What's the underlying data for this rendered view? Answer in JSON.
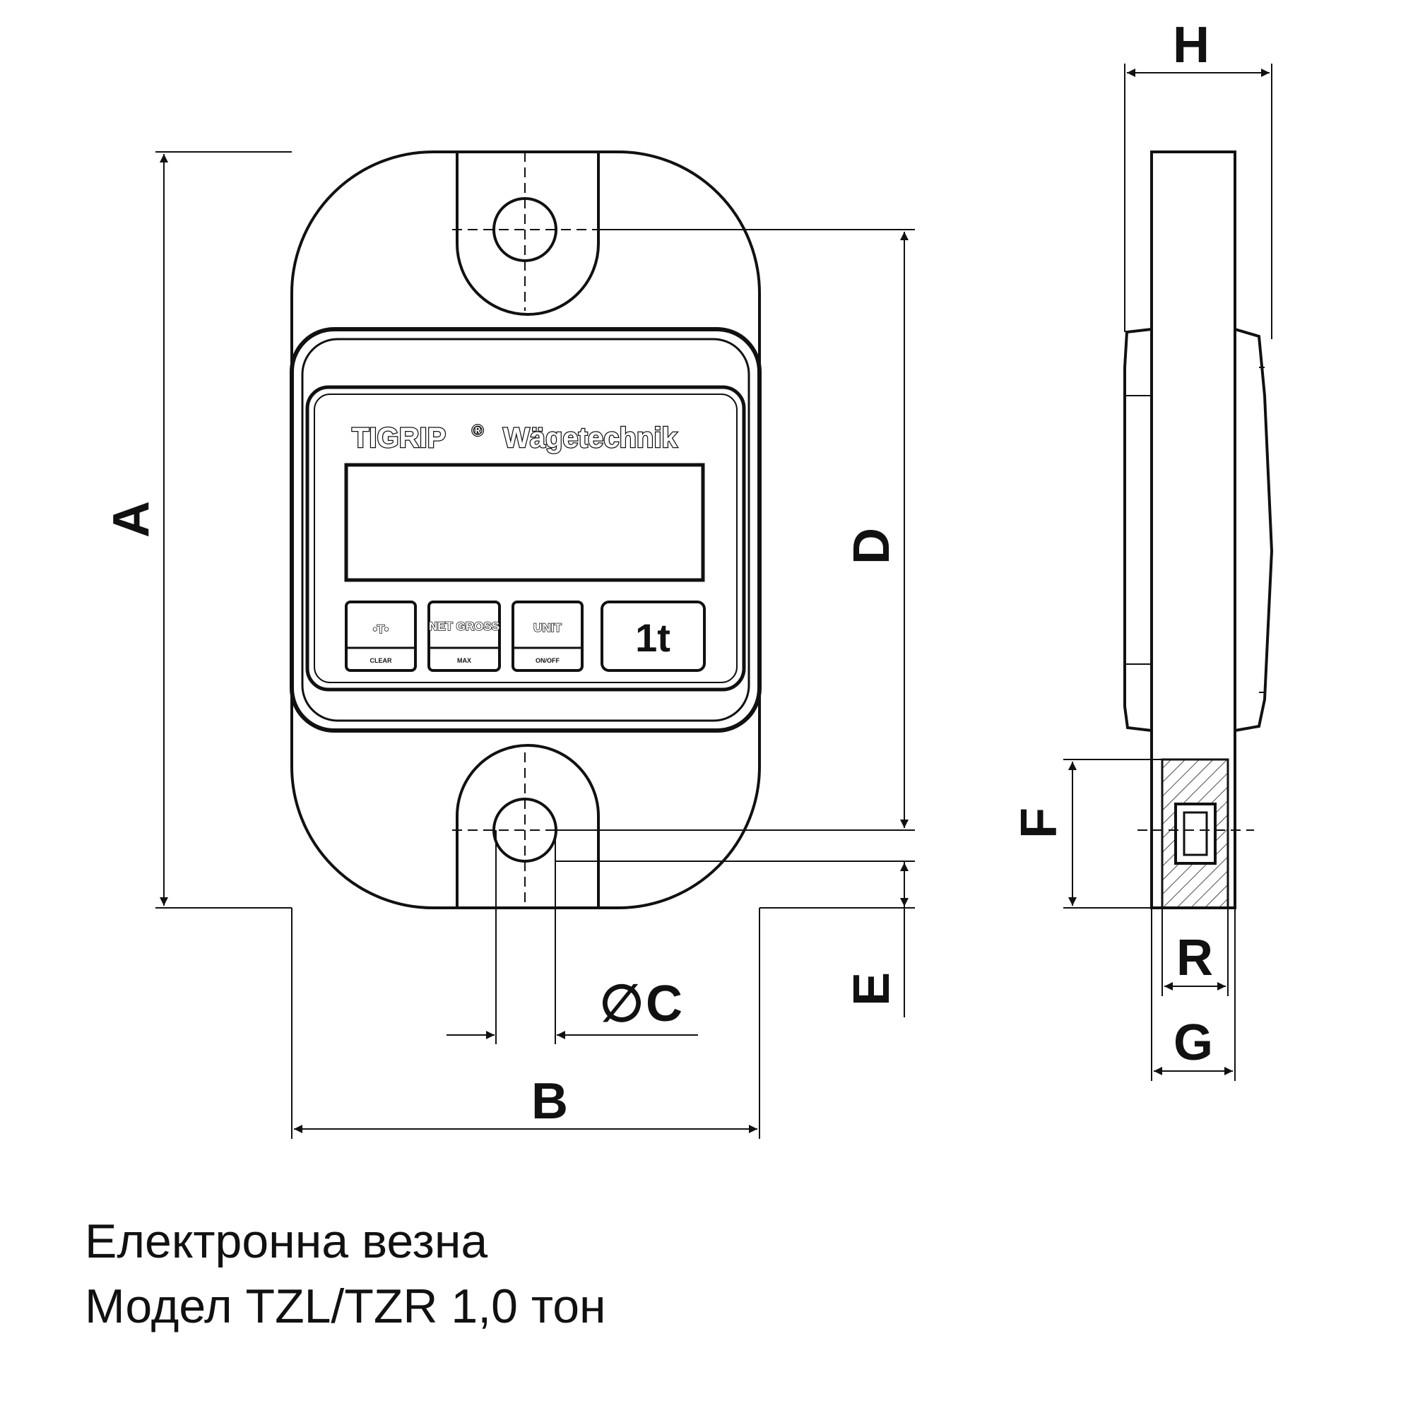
{
  "labels": {
    "A": "A",
    "B": "B",
    "C": "C",
    "D": "D",
    "E": "E",
    "F": "F",
    "G": "G",
    "H": "H",
    "R": "R",
    "diameter_symbol": "∅"
  },
  "device": {
    "brand_left": "TIGRIP",
    "brand_mark": "®",
    "brand_right": "Wägetechnik",
    "buttons": [
      {
        "top": "•T•",
        "sub": "CLEAR"
      },
      {
        "top": "NET GROSS",
        "sub": "MAX"
      },
      {
        "top": "UNIT",
        "sub": "ON/OFF"
      }
    ],
    "capacity_badge": "1t"
  },
  "caption": {
    "line1": "Електронна везна",
    "line2": "Модел TZL/TZR 1,0 тон"
  }
}
